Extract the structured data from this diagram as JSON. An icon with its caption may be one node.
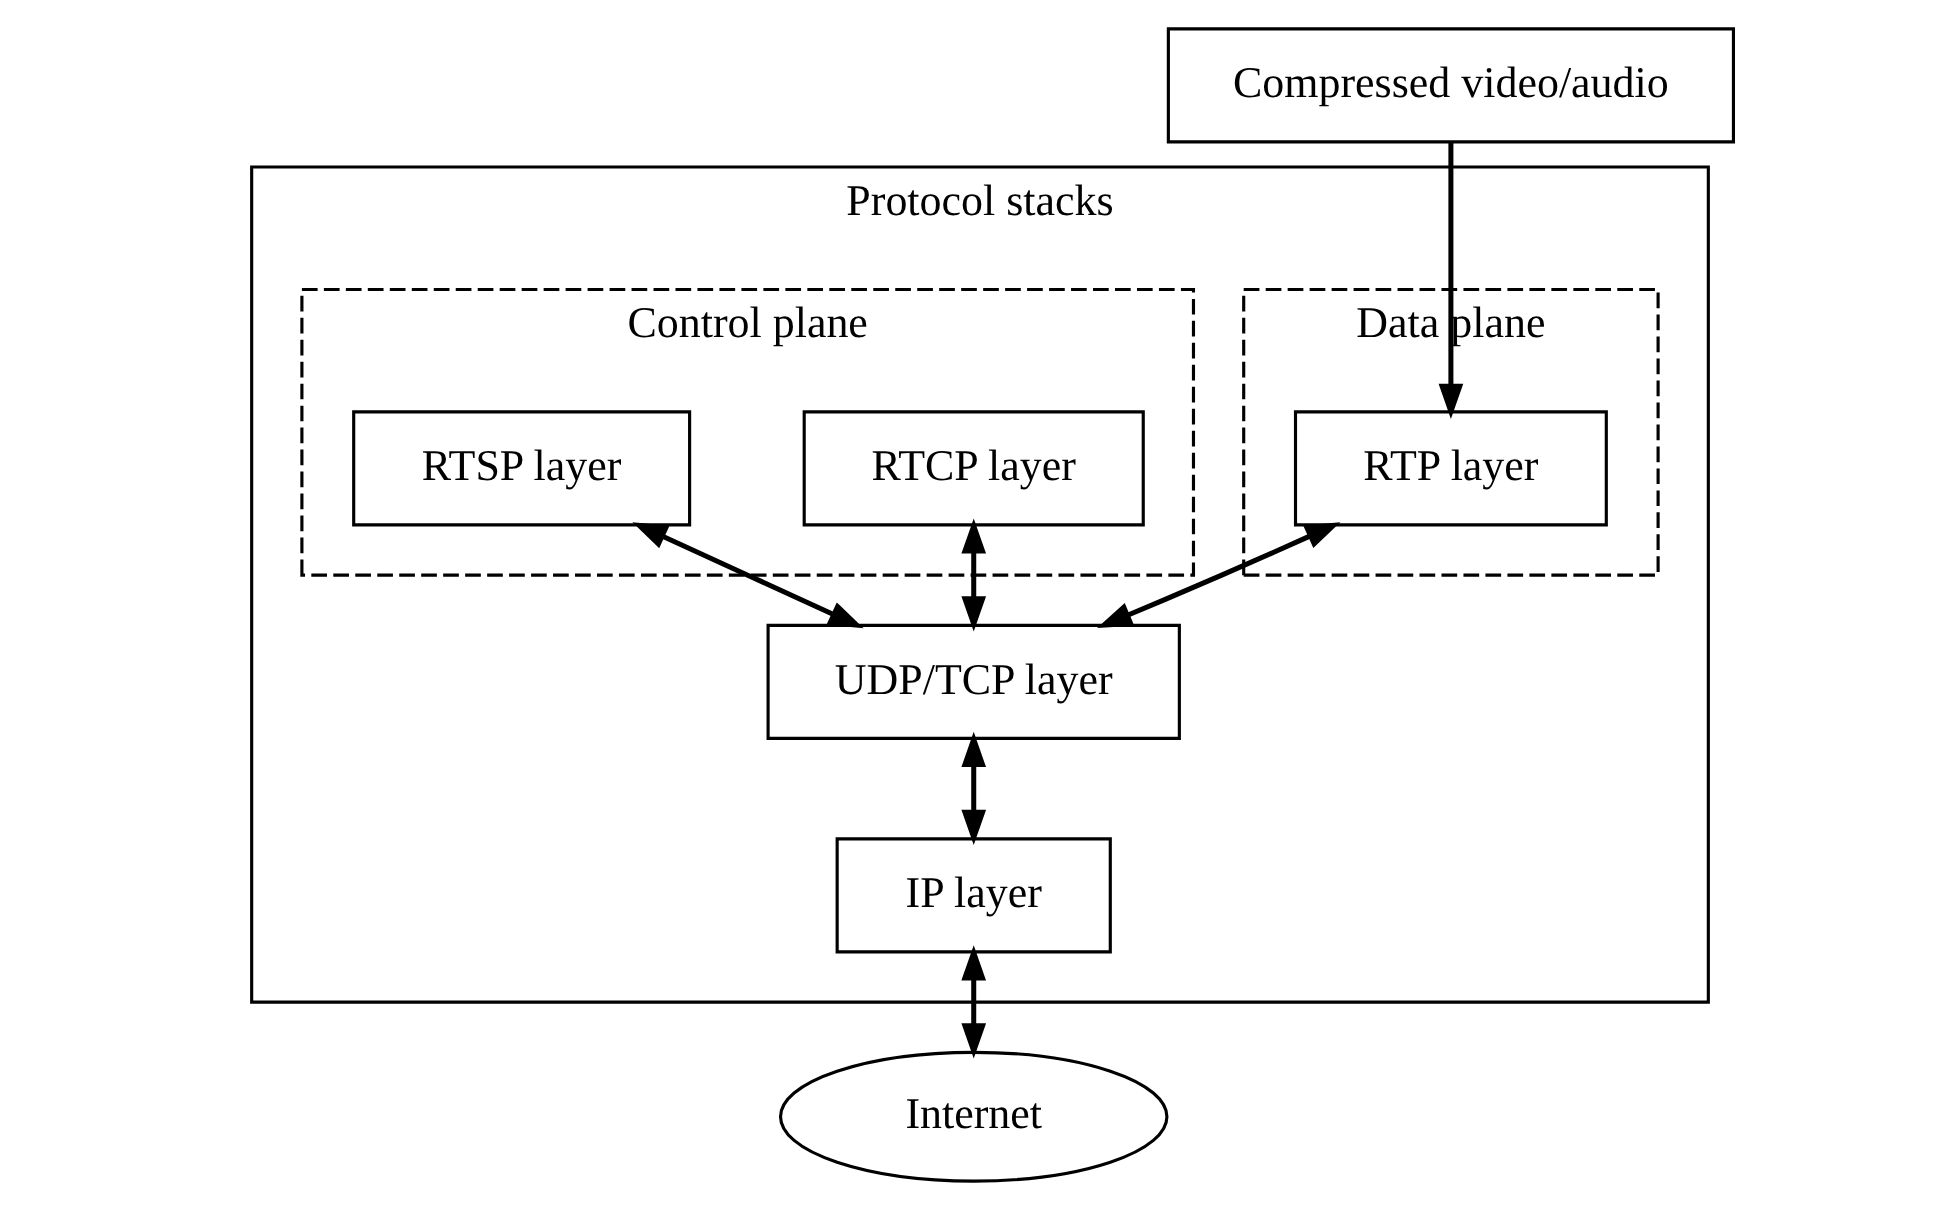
{
  "diagram": {
    "nodes": [
      {
        "text": [
          "Protocol stacks"
        ]
      },
      {
        "text": [
          "Data plane"
        ],
        "in": 0
      },
      {
        "text": [
          "RTP layer"
        ],
        "in": 1
      },
      {
        "text": [
          "Control plane"
        ],
        "in": 0
      },
      {
        "text": [
          "RTCP layer"
        ],
        "in": 3
      },
      {
        "text": [
          "RTSP layer"
        ],
        "in": 3
      },
      {
        "text": [
          "UDP/TCP layer"
        ],
        "in": 0
      },
      {
        "text": [
          "IP layer"
        ],
        "in": 0
      },
      {
        "text": [
          "Compressed video/audio"
        ]
      },
      {
        "text": [
          "Internet"
        ]
      }
    ],
    "edges": [
      {
        "from": 8,
        "to": 2,
        "arrow": "to"
      },
      {
        "from": 2,
        "to": 6,
        "arrow": "both"
      },
      {
        "from": 4,
        "to": 6,
        "arrow": "both"
      },
      {
        "from": 5,
        "to": 6,
        "arrow": "both"
      },
      {
        "from": 6,
        "to": 7,
        "arrow": "both"
      },
      {
        "from": 7,
        "to": 9,
        "arrow": "both"
      }
    ]
  }
}
